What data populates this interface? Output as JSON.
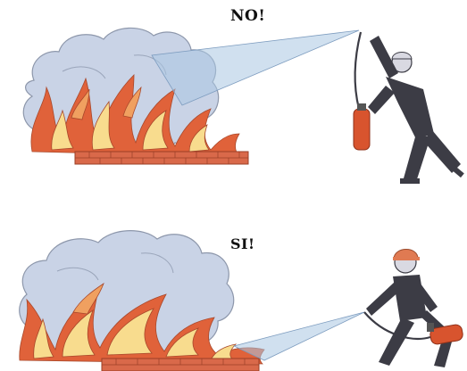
{
  "panels": [
    {
      "id": "wrong",
      "caption": "NO!"
    },
    {
      "id": "right",
      "caption": "SI!"
    }
  ],
  "colors": {
    "smoke": "#c9d3e6",
    "smoke_edge": "#8d97ab",
    "flame_red": "#e0623a",
    "flame_yellow": "#f8dc8e",
    "brick": "#d9694a",
    "person": "#3c3c45",
    "helmet": "#e07a52",
    "extinguisher": "#d8542e",
    "spray": "#a9c6e2"
  },
  "icons": [
    "fire-icon",
    "smoke-cloud-icon",
    "person-with-extinguisher-icon",
    "fire-extinguisher-icon",
    "brick-base-icon"
  ]
}
